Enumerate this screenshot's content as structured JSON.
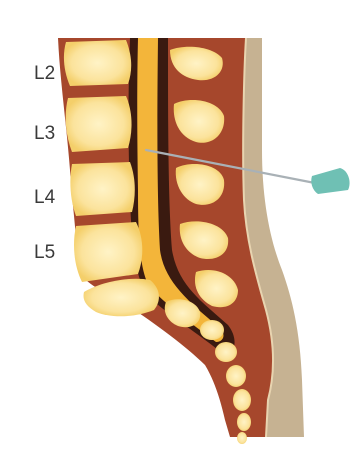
{
  "labels": {
    "l2": "L2",
    "l3": "L3",
    "l4": "L4",
    "l5": "L5"
  },
  "colors": {
    "background": "#ffffff",
    "skin": "#c6b292",
    "tissue": "#a6472c",
    "bone": "#f7dd8a",
    "bone_highlight": "#fff3c6",
    "spinal_canal": "#f3b53a",
    "canal_dark": "#3a1a10",
    "needle": "#a9b1b6",
    "needle_hub": "#6fc0b4"
  }
}
